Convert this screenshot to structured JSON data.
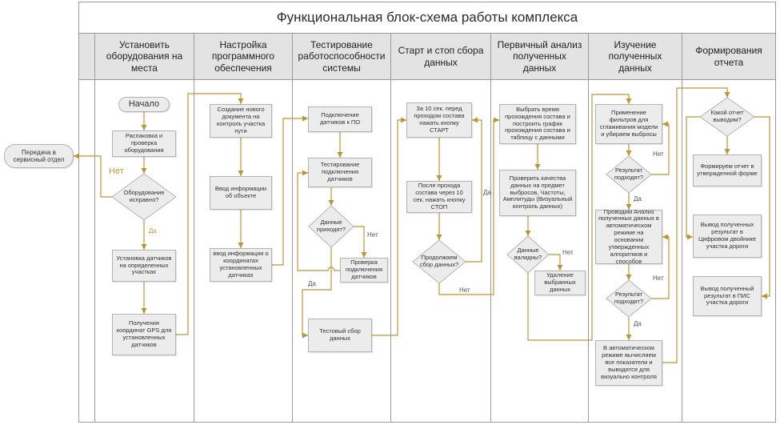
{
  "title": "Функциональная блок-схема работы комплекса",
  "lanes": [
    "Установить оборудования на места",
    "Настройка программного обеспечения",
    "Тестирование работоспособности системы",
    "Старт и стоп сбора данных",
    "Первичный анализ полученных данных",
    "Изучение полученных данных",
    "Формирования отчета"
  ],
  "labels": {
    "yes": "Да",
    "no": "Нет"
  },
  "external": {
    "service_dept": "Передача в сервисный отдел"
  },
  "install": {
    "start": "Начало",
    "unpack": "Распаковка и проверка оборудования",
    "check": "Оборудование исправно?",
    "sensors": "Установка датчиков на определенных участках",
    "gps": "Получения координат GPS для установленных датчиков"
  },
  "software": {
    "new_doc": "Создание нового документа на контроль участка пути",
    "object_info": "Ввод информации об объекте",
    "coords_info": "ввод информации о координатах установленных датчиках"
  },
  "testing": {
    "connect": "Подключение датчиков к ПО",
    "test_connect": "Тестирование подключения датчиков",
    "data_arrives": "Данные приходят?",
    "check_connect": "Проверка подключения датчиков",
    "test_collect": "Тестовый сбор данных"
  },
  "collection": {
    "start_btn": "За 10 сек. перед проходом состава нажать кнопку СТАРТ",
    "stop_btn": "После прохода состава через 10 сек. нажать кнопку СТОП",
    "continue": "Продолжаем сбор данных?"
  },
  "primary": {
    "select_time": "Выбрать время прохождения состава и построить график прохождения состава и таблицу с данными",
    "quality": "Проверить качества данных на предмет выбросов, Частоты, Амплитуды (Визуальный контроль данных)",
    "valid": "Данные валидны?",
    "delete": "Удаление выбранных данных"
  },
  "study": {
    "filters": "Применение фильтров для сглаживания модели и убираем выбросы",
    "result_a": "Результат подходят?",
    "analysis": "Проводим Анализ полученных данных в автоматическом режиме на основании утвержденных алгоритмов и способов",
    "result_b": "Результат подходит?",
    "auto": "В автоматическом режиме вычисляем все показатели и выводятся для визуально контроля"
  },
  "report": {
    "which": "Какой отчет выводим?",
    "form": "Формируем отчет в утвержденной форме",
    "digital_twin": "Вывод полученных результат в Цифровом двойнике участка дороги",
    "pis": "Вывод полученный результат в ПИС участка дороги"
  },
  "colors": {
    "connector": "#b8973a",
    "shape_fill": "#ececec",
    "header_fill": "#e3e3e3"
  }
}
